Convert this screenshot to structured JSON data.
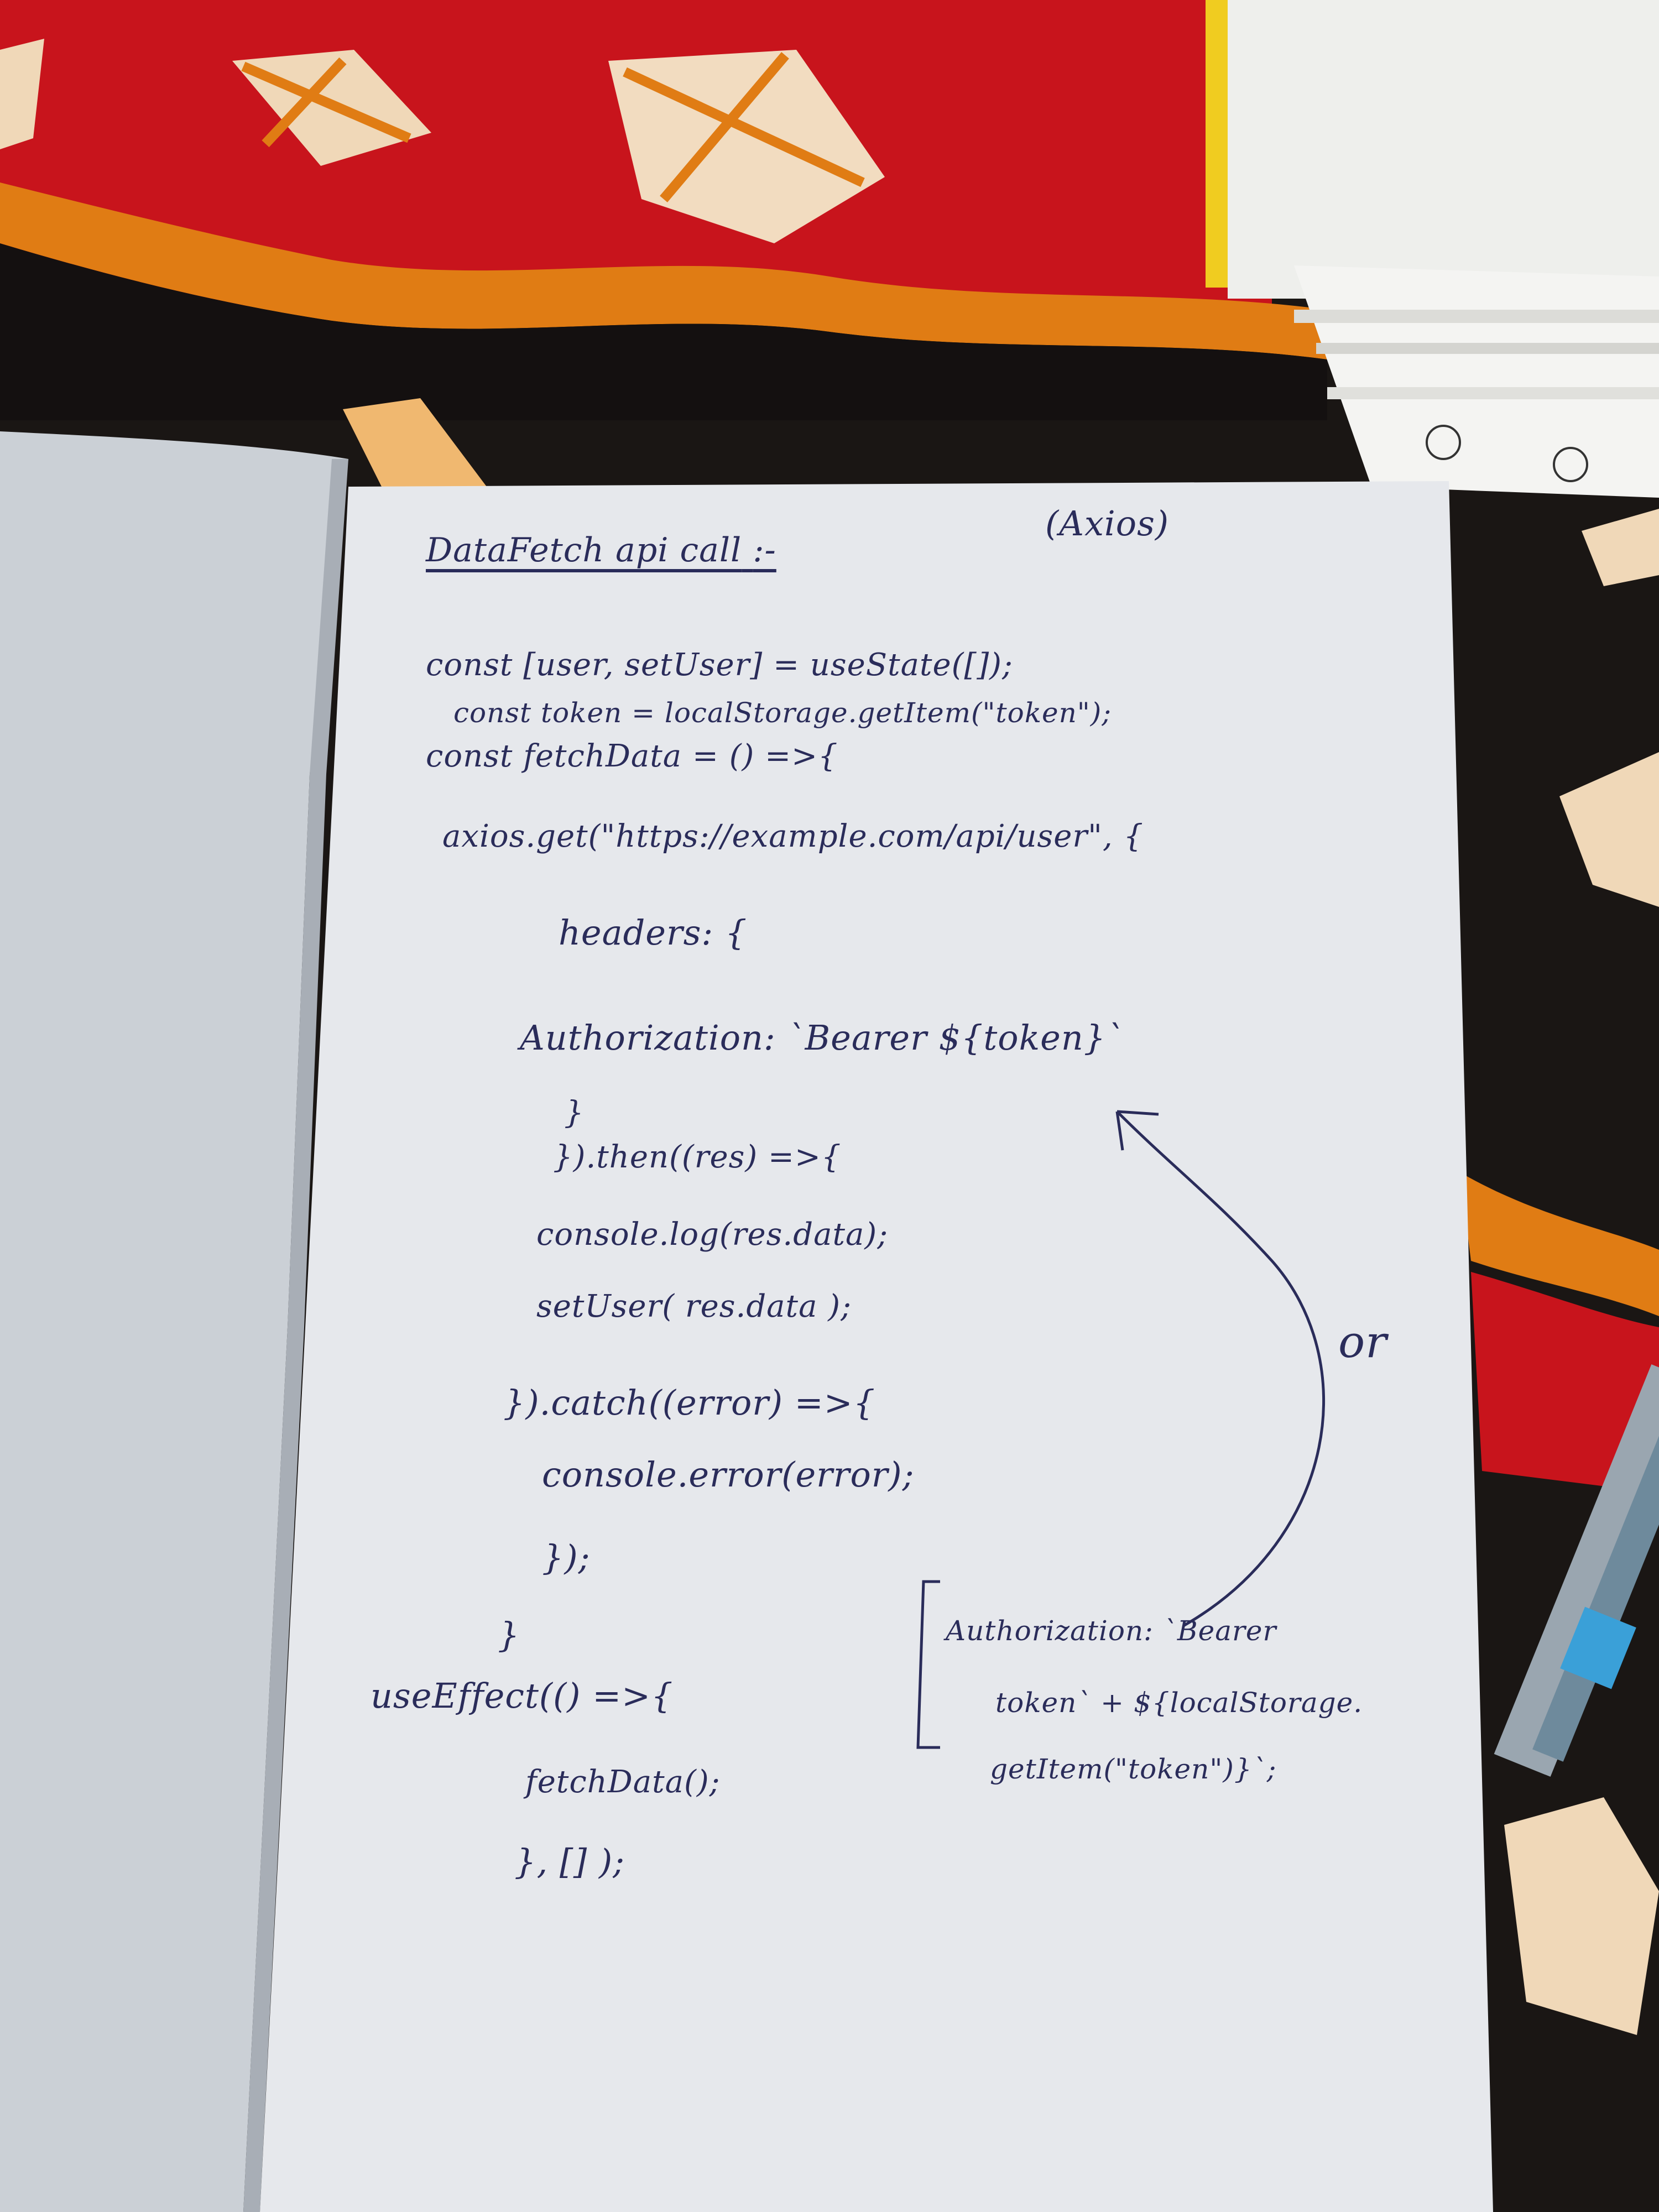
{
  "page": {
    "title": "DataFetch api call",
    "title_suffix": ":-",
    "library": "(Axios)",
    "lines": [
      "const [user, setUser] = useState([]);",
      "const token = localStorage.getItem(\"token\");",
      "const fetchData = () =>{",
      "axios.get(\"https://example.com/api/user\", {",
      "headers: {",
      "Authorization: `Bearer ${token}`",
      "}",
      "}).then((res) =>{",
      "console.log(res.data);",
      "setUser( res.data );",
      "}).catch((error) =>{",
      "console.error(error);",
      "});",
      "}",
      "useEffect(() =>{",
      "fetchData();",
      "}, [] );"
    ],
    "alternative_label": "or",
    "alternative_lines": [
      "Authorization: `Bearer",
      "token` + ${localStorage.",
      "getItem(\"token\")}`;"
    ]
  },
  "colors": {
    "paper": "#e6e8ec",
    "ink": "#2a2c5a",
    "cloth_red": "#c8141c",
    "cloth_orange": "#e07c14",
    "cloth_dark": "#1a1614"
  }
}
